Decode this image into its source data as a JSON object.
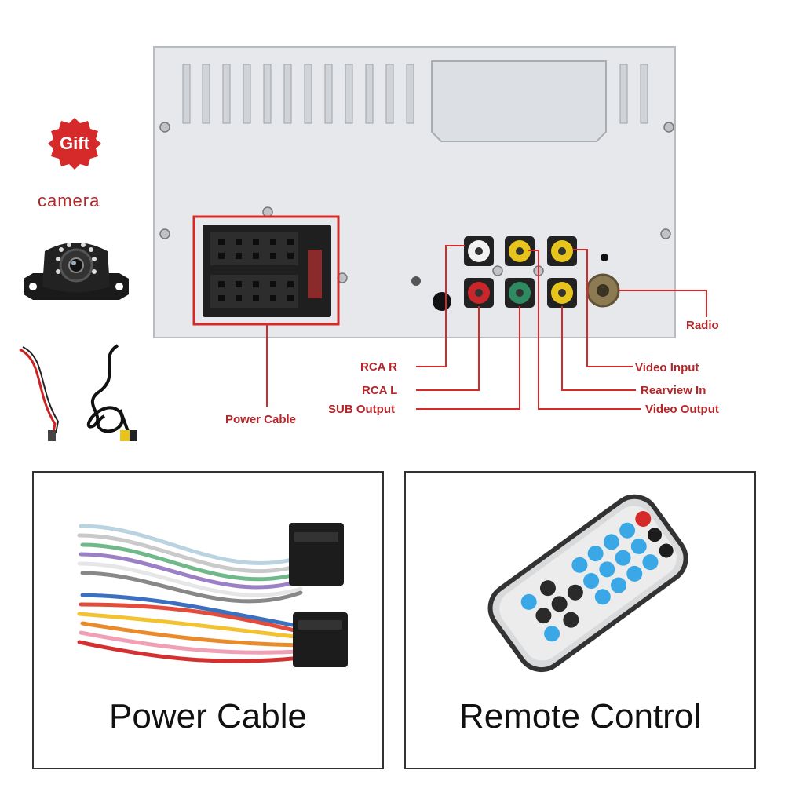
{
  "gift_badge": "Gift",
  "camera_label": "camera",
  "callouts": {
    "power_cable": "Power Cable",
    "rca_r": "RCA R",
    "rca_l": "RCA L",
    "sub_output": "SUB Output",
    "video_input": "Video Input",
    "rearview_in": "Rearview In",
    "video_output": "Video Output",
    "radio": "Radio"
  },
  "boxes": {
    "power_cable": "Power Cable",
    "remote_control": "Remote Control"
  },
  "colors": {
    "accent_red": "#d62a2a",
    "label_red": "#b3262a",
    "panel": "#e6e8eb",
    "rca_red": "#c8262a",
    "rca_yellow": "#e6c41c",
    "rca_white": "#f2f2f2",
    "rca_green": "#2e8a60",
    "remote_blue": "#3aa7e6"
  }
}
